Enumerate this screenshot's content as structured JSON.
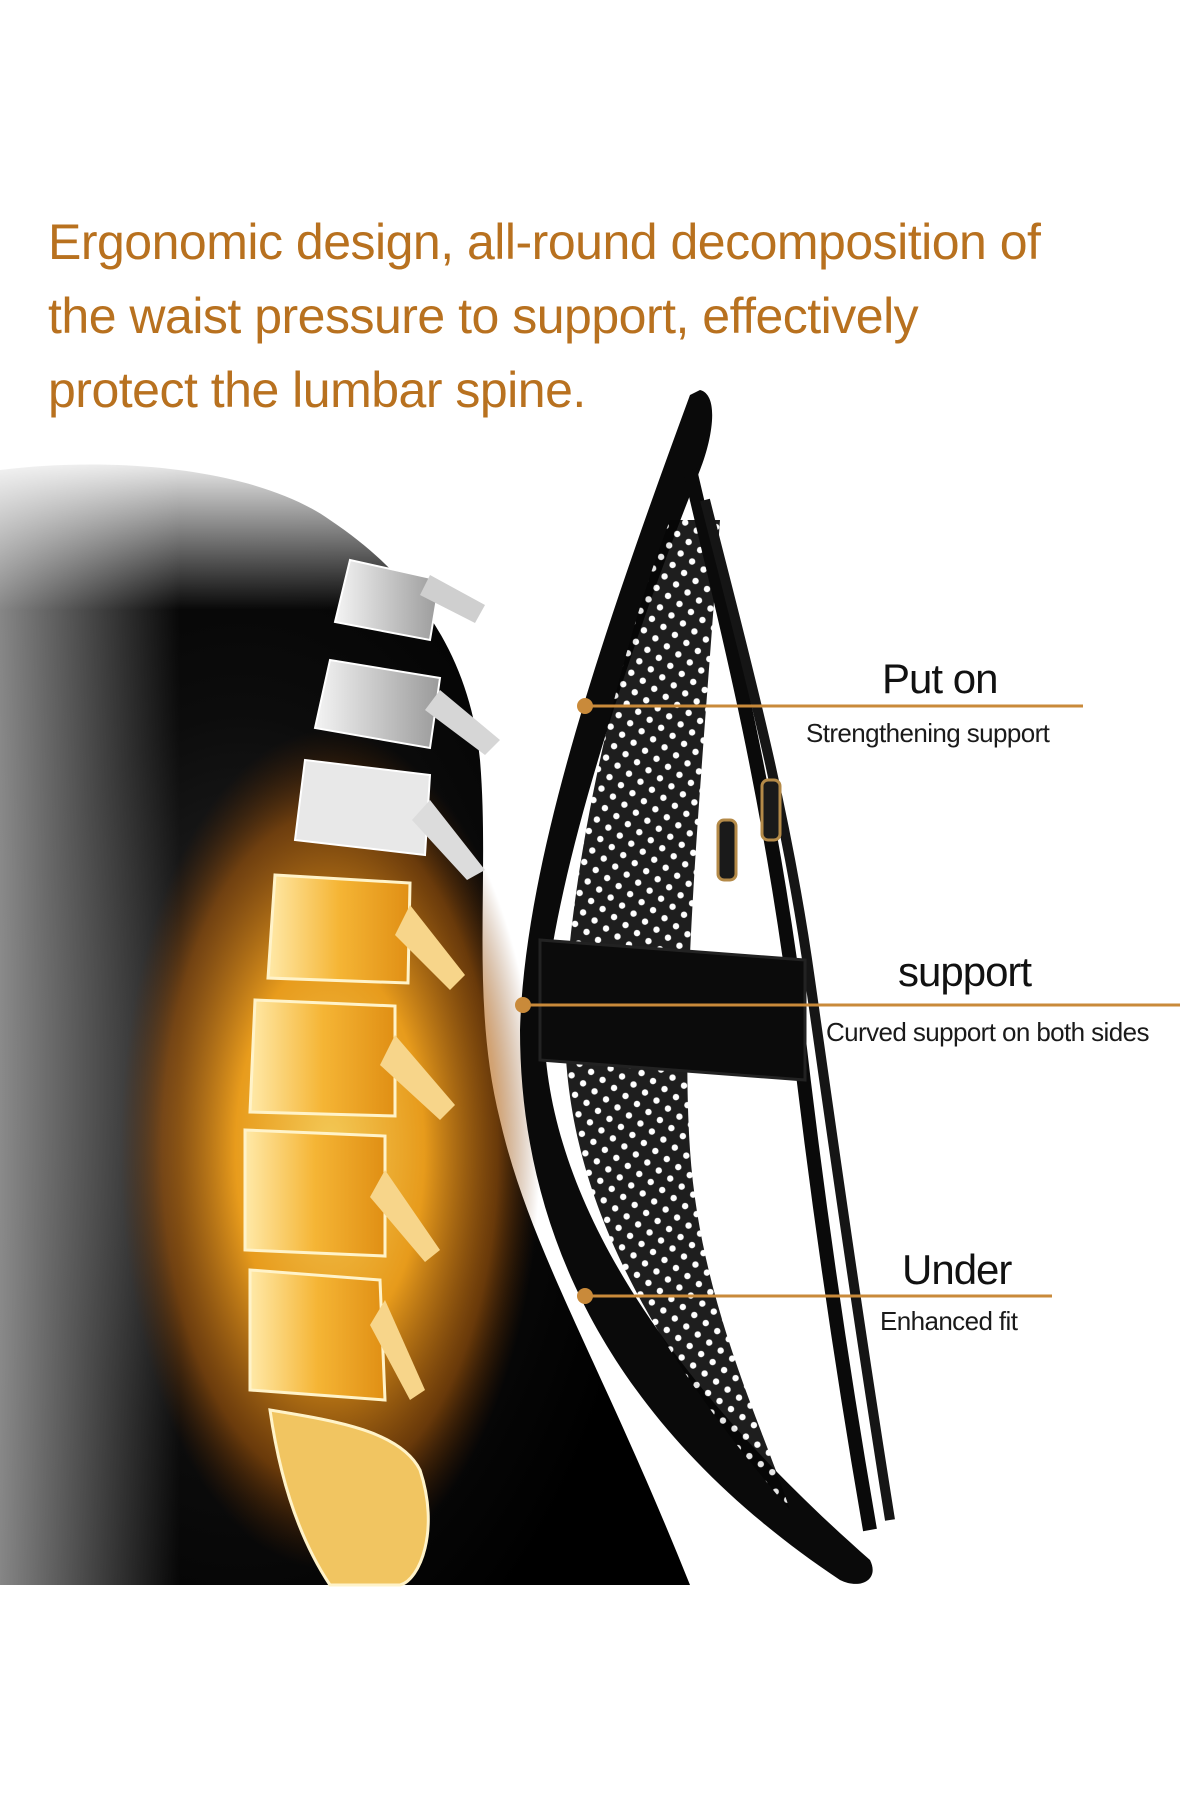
{
  "headline": {
    "lines": [
      "Ergonomic design, all-round decomposition of",
      "the waist pressure to support, effectively",
      "protect the lumbar spine."
    ]
  },
  "callouts": [
    {
      "title": "Put on",
      "subtitle": "Strengthening support"
    },
    {
      "title": "support",
      "subtitle": "Curved support on both sides"
    },
    {
      "title": "Under",
      "subtitle": "Enhanced fit"
    }
  ],
  "colors": {
    "headline": "#b8711f",
    "leader_line": "#c98a3a",
    "spine_glow": "#f2a21c",
    "background": "#ffffff",
    "torso": "#0b0b0b",
    "frame": "#111111"
  },
  "icons": [
    "spine-illustration",
    "lumbar-support-frame",
    "leader-dot"
  ]
}
